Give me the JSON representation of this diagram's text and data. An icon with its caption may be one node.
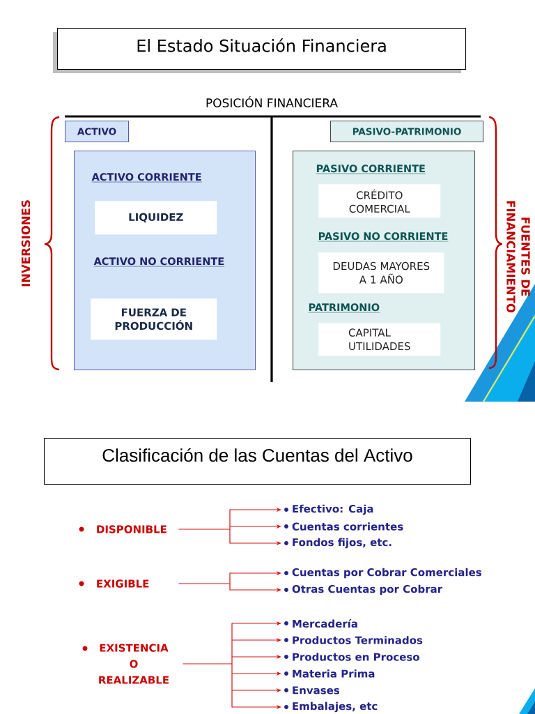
{
  "diagram": {
    "nodes": [
      {
        "text": [
          "El Estado Situación Financiera"
        ]
      },
      {
        "text": [
          "ACTIVO"
        ]
      },
      {
        "text": [
          "PASIVO-PATRIMONIO"
        ]
      },
      {
        "text": [
          "ACTIVO CORRIENTE",
          "ACTIVO NO CORRIENTE"
        ]
      },
      {
        "text": [
          "LIQUIDEZ"
        ],
        "in": 3
      },
      {
        "text": [
          "FUERZA DE PRODUCCIÓN"
        ],
        "in": 3
      },
      {
        "text": [
          "PASIVO CORRIENTE",
          "PASIVO NO CORRIENTE",
          "PATRIMONIO"
        ]
      },
      {
        "text": [
          "CRÉDITO COMERCIAL"
        ],
        "in": 6
      },
      {
        "text": [
          "DEUDAS MAYORES A 1 AÑO"
        ],
        "in": 6
      },
      {
        "text": [
          "CAPITAL",
          "UTILIDADES"
        ],
        "in": 6
      },
      {
        "text": [
          "Clasificación de las Cuentas del Activo"
        ]
      },
      {
        "text": [
          "DISPONIBLE"
        ]
      },
      {
        "text": [
          "Efectivo: Caja"
        ]
      },
      {
        "text": [
          "Cuentas corrientes"
        ]
      },
      {
        "text": [
          "Fondos fijos, etc."
        ]
      },
      {
        "text": [
          "EXIGIBLE"
        ]
      },
      {
        "text": [
          "Cuentas por Cobrar Comerciales"
        ]
      },
      {
        "text": [
          "Otras Cuentas por Cobrar"
        ]
      },
      {
        "text": [
          "EXISTENCIA O REALIZABLE"
        ]
      },
      {
        "text": [
          "Mercadería"
        ]
      },
      {
        "text": [
          "Productos Terminados"
        ]
      },
      {
        "text": [
          "Productos en Proceso"
        ]
      },
      {
        "text": [
          "Materia Prima"
        ]
      },
      {
        "text": [
          "Envases"
        ]
      },
      {
        "text": [
          "Embalajes, etc"
        ]
      }
    ],
    "edges": [
      {
        "from": 11,
        "to": 12,
        "arrow": "to"
      },
      {
        "from": 11,
        "to": 13,
        "arrow": "to"
      },
      {
        "from": 11,
        "to": 14,
        "arrow": "to"
      },
      {
        "from": 15,
        "to": 16,
        "arrow": "to"
      },
      {
        "from": 15,
        "to": 17,
        "arrow": "to"
      },
      {
        "from": 18,
        "to": 19,
        "arrow": "to"
      },
      {
        "from": 18,
        "to": 20,
        "arrow": "to"
      },
      {
        "from": 18,
        "to": 21,
        "arrow": "to"
      },
      {
        "from": 18,
        "to": 22,
        "arrow": "to"
      },
      {
        "from": 18,
        "to": 23,
        "arrow": "to"
      },
      {
        "from": 18,
        "to": 24,
        "arrow": "to"
      }
    ],
    "labels": [
      "POSICIÓN FINANCIERA",
      "INVERSIONES",
      "FUENTES DE FINANCIAMIENTO"
    ]
  }
}
